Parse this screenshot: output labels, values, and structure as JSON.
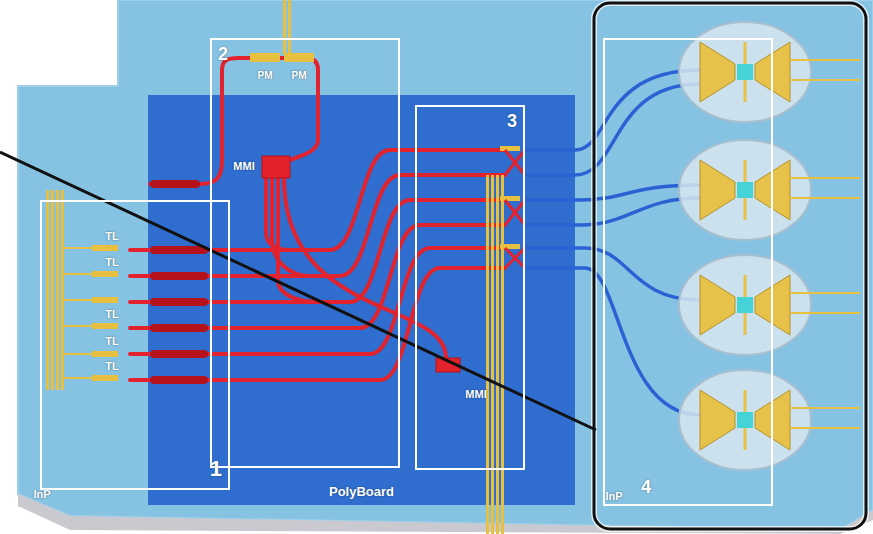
{
  "diagram": {
    "nodes": [
      {
        "text": [
          "2"
        ]
      },
      {
        "text": [
          "1"
        ]
      },
      {
        "text": [
          "PolyBoard"
        ]
      },
      {
        "text": [
          "3"
        ],
        "in": 2
      },
      {
        "text": [
          "4"
        ]
      }
    ],
    "labels": [
      "PM",
      "PM",
      "MMI",
      "TL",
      "TL",
      "TL",
      "TL",
      "TL",
      "MMI",
      "InP",
      "InP"
    ]
  }
}
